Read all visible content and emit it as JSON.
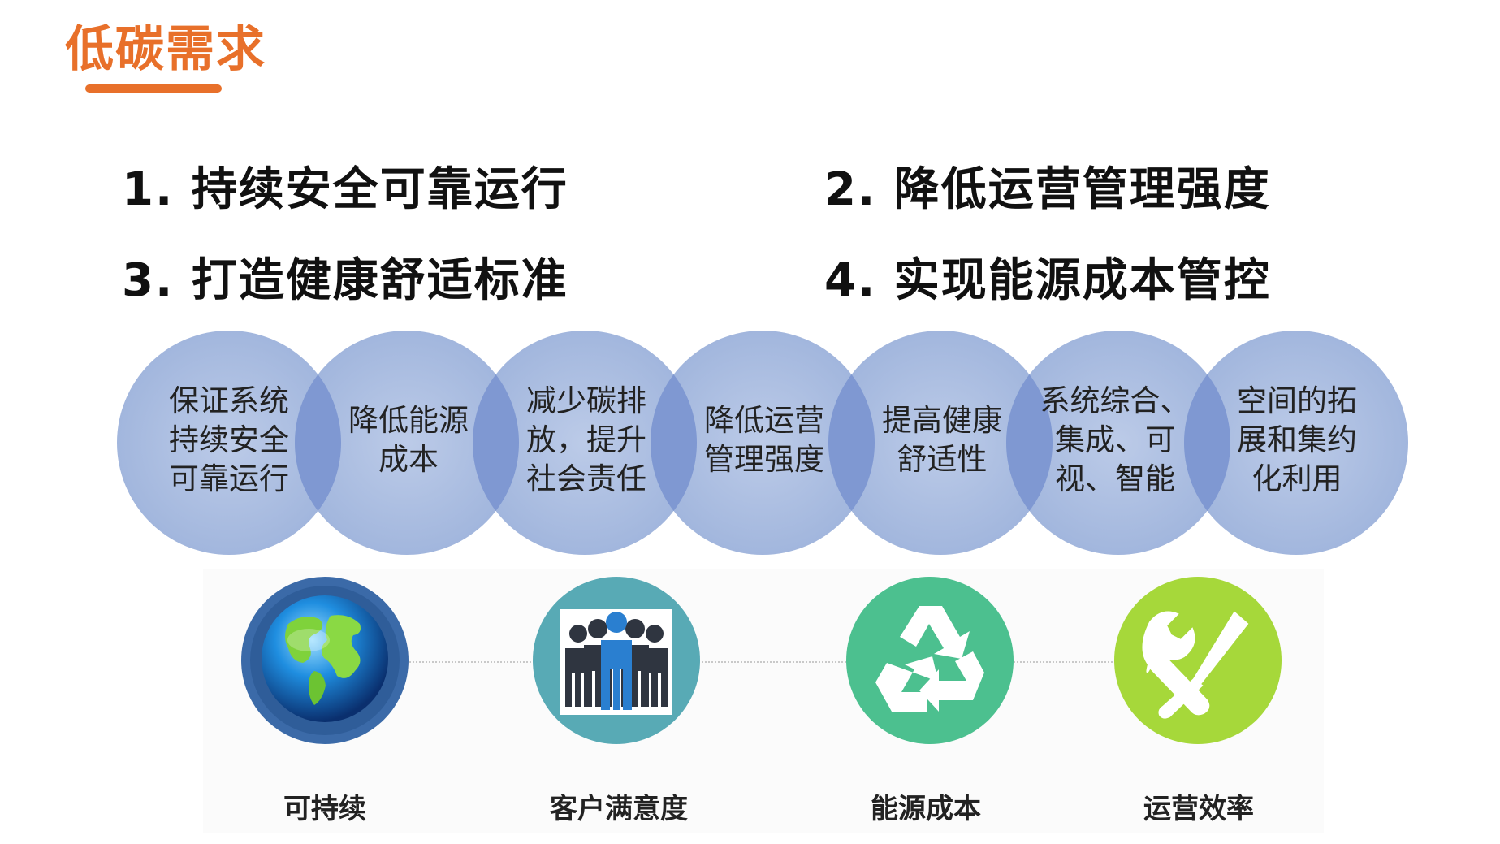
{
  "title": "低碳需求",
  "goals": [
    "1. 持续安全可靠运行",
    "2. 降低运营管理强度",
    "3. 打造健康舒适标准",
    "4. 实现能源成本管控"
  ],
  "circles": [
    [
      "保证系统",
      "持续安全",
      "可靠运行"
    ],
    [
      "降低能源",
      "成本"
    ],
    [
      "减少碳排",
      "放，提升",
      "社会责任"
    ],
    [
      "降低运营",
      "管理强度"
    ],
    [
      "提高健康",
      "舒适性"
    ],
    [
      "系统综合、",
      "集成、可",
      "视、智能"
    ],
    [
      "空间的拓",
      "展和集约",
      "化利用"
    ]
  ],
  "icons": [
    {
      "icon": "globe-icon",
      "label": "可持续"
    },
    {
      "icon": "people-icon",
      "label": "客户满意度"
    },
    {
      "icon": "recycle-icon",
      "label": "能源成本"
    },
    {
      "icon": "tools-icon",
      "label": "运营效率"
    }
  ],
  "colors": {
    "accent": "#e8702a",
    "circle_fill": "#a9bde0",
    "circle_overlap": "#7f98d2",
    "globe_ring": "#3b6aa8",
    "people_ring": "#58aab5",
    "recycle_ring": "#4cc08f",
    "tools_ring": "#a6d83a"
  }
}
